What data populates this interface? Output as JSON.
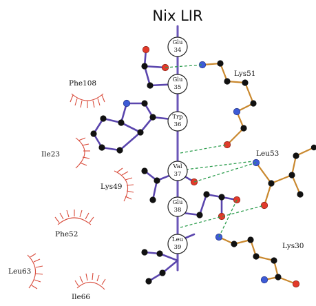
{
  "title": "Nix LIR",
  "ligand_residues": [
    {
      "name": "Glu",
      "num": "34"
    },
    {
      "name": "Glu",
      "num": "35"
    },
    {
      "name": "Trp",
      "num": "36"
    },
    {
      "name": "Val",
      "num": "37"
    },
    {
      "name": "Glu",
      "num": "38"
    },
    {
      "name": "Leu",
      "num": "39"
    }
  ],
  "hbond_residues": {
    "lys51": "Lys51",
    "leu53": "Leu53",
    "lys30": "Lys30"
  },
  "hydrophobic_contacts": {
    "phe108": "Phe108",
    "ile23": "Ile23",
    "lys49": "Lys49",
    "phe52": "Phe52",
    "leu63": "Leu63",
    "ile66": "Ile66"
  },
  "colors": {
    "ligand_bond": "#5a45ad",
    "protein_bond": "#c9882e",
    "hydrogen_bond": "#2e9e4f",
    "contact_arc": "#d84a3a",
    "oxygen": "#e23a2a",
    "nitrogen": "#3d5bd6",
    "carbon": "#111111"
  }
}
